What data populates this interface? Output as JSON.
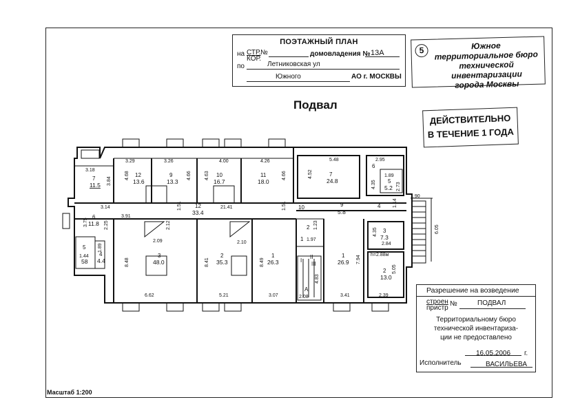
{
  "header": {
    "title": "ПОЭТАЖНЫЙ ПЛАН",
    "na_label": "на",
    "str_label": "СТР.",
    "kor_label": "КОР.",
    "no_label": "№",
    "domovladenia_label": "домовладения №",
    "house_number": "13А",
    "po_label": "по",
    "street": "Летниковская ул",
    "district": "Южного",
    "ao_label": "АО г. МОСКВЫ"
  },
  "stamp_bureau": {
    "number": "5",
    "line1": "Южное",
    "line2": "территориальное бюро",
    "line3": "технической инвентаризации",
    "line4": "города Москвы"
  },
  "validity_stamp": {
    "line1": "ДЕЙСТВИТЕЛЬНО",
    "line2": "В ТЕЧЕНИЕ 1 ГОДА"
  },
  "floor_label": "Подвал",
  "permission_box": {
    "title": "Разрешение на возведение",
    "stroen_label": "строен",
    "pristr_label": "пристр",
    "no_label": "№",
    "no_value": "ПОДВАЛ",
    "message_line1": "Территориальному бюро",
    "message_line2": "технической инвентариза-",
    "message_line3": "ции не предоставлено",
    "date": "16.05.2006",
    "year_suffix": "г.",
    "executor_label": "Исполнитель",
    "executor_name": "ВАСИЛЬЕВА"
  },
  "scale_label": "Масштаб 1:200",
  "rooms": [
    {
      "num": "7",
      "area": "11.5"
    },
    {
      "num": "12",
      "area": "13.6"
    },
    {
      "num": "9",
      "area": "13.3"
    },
    {
      "num": "10",
      "area": "16.7"
    },
    {
      "num": "11",
      "area": "18.0"
    },
    {
      "num": "7",
      "area": "24.8"
    },
    {
      "num": "6",
      "area": ""
    },
    {
      "num": "5",
      "area": "5.2"
    },
    {
      "num": "6",
      "area": "11.8"
    },
    {
      "num": "12",
      "area": "33.4"
    },
    {
      "num": "10",
      "area": ""
    },
    {
      "num": "9",
      "area": "5.8"
    },
    {
      "num": "4",
      "area": ""
    },
    {
      "num": "3",
      "area": "48.0"
    },
    {
      "num": "2",
      "area": "35.3"
    },
    {
      "num": "1",
      "area": "26.3"
    },
    {
      "num": "1",
      "area": "26.9"
    },
    {
      "num": "3",
      "area": "7.3"
    },
    {
      "num": "2",
      "area": "13.0"
    },
    {
      "num": "5",
      "area": "58"
    },
    {
      "num": "4",
      "area": "4.4"
    },
    {
      "num": "2",
      "area": ""
    },
    {
      "num": "1",
      "area": ""
    }
  ],
  "dimensions": [
    "3.18",
    "3.29",
    "3.26",
    "4.00",
    "4.26",
    "5.48",
    "2.95",
    "1.89",
    "4.68",
    "4.66",
    "4.63",
    "4.66",
    "4.52",
    "4.35",
    "3.84",
    "2.73",
    "3.14",
    "21.41",
    "1.51",
    "1.51",
    "1.14",
    "1.90",
    "6.05",
    "3.91",
    "2.12",
    "2.25",
    "3.75",
    "1.23",
    "1.97",
    "2.09",
    "2.10",
    "2.84",
    "4.35",
    "8.48",
    "8.41",
    "8.49",
    "7.94",
    "5.05",
    "1.44",
    "1.89",
    "6.62",
    "5.21",
    "3.07",
    "2.08",
    "4.83",
    "3.41",
    "2.39"
  ],
  "height_note": "h=2.88м",
  "stair_labels": [
    "I",
    "II",
    "III",
    "A"
  ],
  "colors": {
    "ink": "#111111",
    "paper": "#ffffff"
  }
}
